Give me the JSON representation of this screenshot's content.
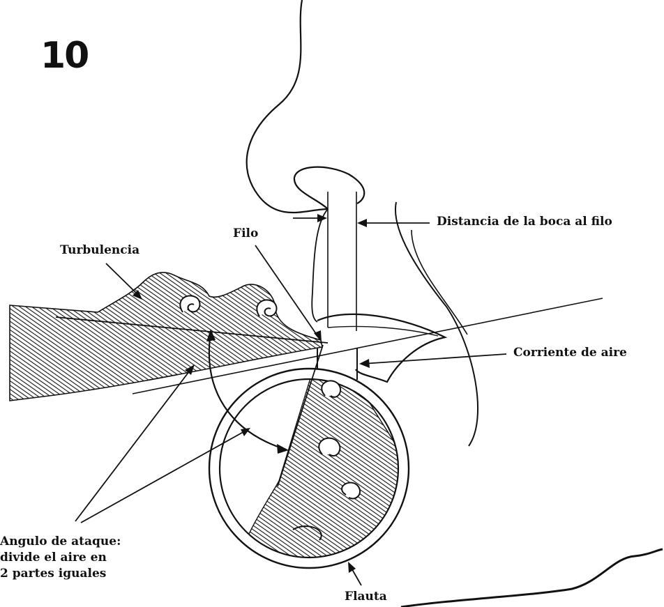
{
  "figure_number": "10",
  "labels": {
    "distancia": "Distancia de la boca al filo",
    "filo": "Filo",
    "turbulencia": "Turbulencia",
    "corriente": "Corriente de aire",
    "angulo_lines": [
      "Angulo de ataque:",
      "divide el aire en",
      "2 partes iguales"
    ],
    "flauta": "Flauta"
  },
  "colors": {
    "ink": "#111111",
    "paper": "#ffffff"
  }
}
